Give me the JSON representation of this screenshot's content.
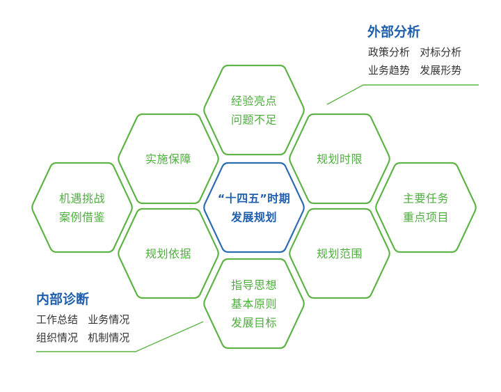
{
  "center": {
    "line1": "“十四五”时期",
    "line2": "发展规划"
  },
  "hexagons": {
    "top": [
      "经验亮点",
      "问题不足"
    ],
    "upper_left": [
      "实施保障"
    ],
    "upper_right": [
      "规划时限"
    ],
    "far_left": [
      "机遇挑战",
      "案例借鉴"
    ],
    "far_right": [
      "主要任务",
      "重点项目"
    ],
    "lower_left": [
      "规划依据"
    ],
    "lower_right": [
      "规划范围"
    ],
    "bottom": [
      "指导思想",
      "基本原则",
      "发展目标"
    ]
  },
  "external_panel": {
    "title": "外部分析",
    "line1": "政策分析   对标分析",
    "line2": "业务趋势   发展形势"
  },
  "internal_panel": {
    "title": "内部诊断",
    "line1": "工作总结   业务情况",
    "line2": "组织情况   机制情况"
  },
  "colors": {
    "green": "#5db345",
    "green_text": "#4caf3c",
    "blue": "#1f5fae"
  }
}
